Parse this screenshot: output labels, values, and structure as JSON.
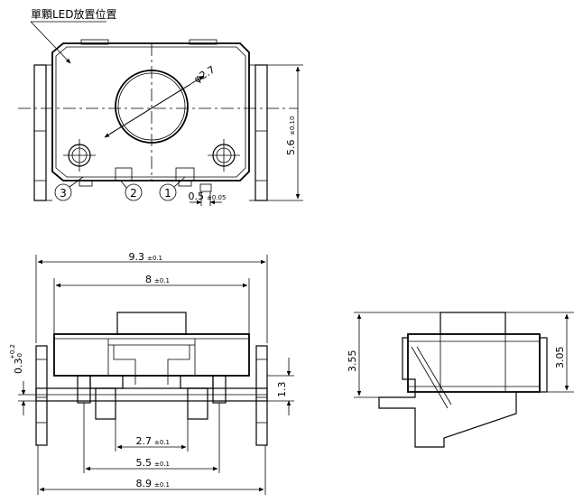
{
  "top_view": {
    "led_note": "單顆LED放置位置",
    "diameter": "φ2.7",
    "pin1": "1",
    "pin2": "2",
    "pin3": "3",
    "dim_height": "5.6",
    "dim_height_tol": "±0.10",
    "dim_pad": "0.5",
    "dim_pad_tol": "±0.05"
  },
  "front_view": {
    "dim_overall": "9.3",
    "dim_overall_tol": "±0.1",
    "dim_body": "8",
    "dim_body_tol": "±0.1",
    "dim_lead_thk": "0.3",
    "dim_lead_thk_tol_top": "+0.2",
    "dim_lead_thk_tol_bot": "-0",
    "dim_standoff": "1.3",
    "dim_inner_pitch": "2.7",
    "dim_inner_pitch_tol": "±0.1",
    "dim_outer_pitch": "5.5",
    "dim_outer_pitch_tol": "±0.1",
    "dim_footprint": "8.9",
    "dim_footprint_tol": "±0.1"
  },
  "side_view": {
    "dim_total_height": "3.55",
    "dim_body_height": "3.05"
  }
}
